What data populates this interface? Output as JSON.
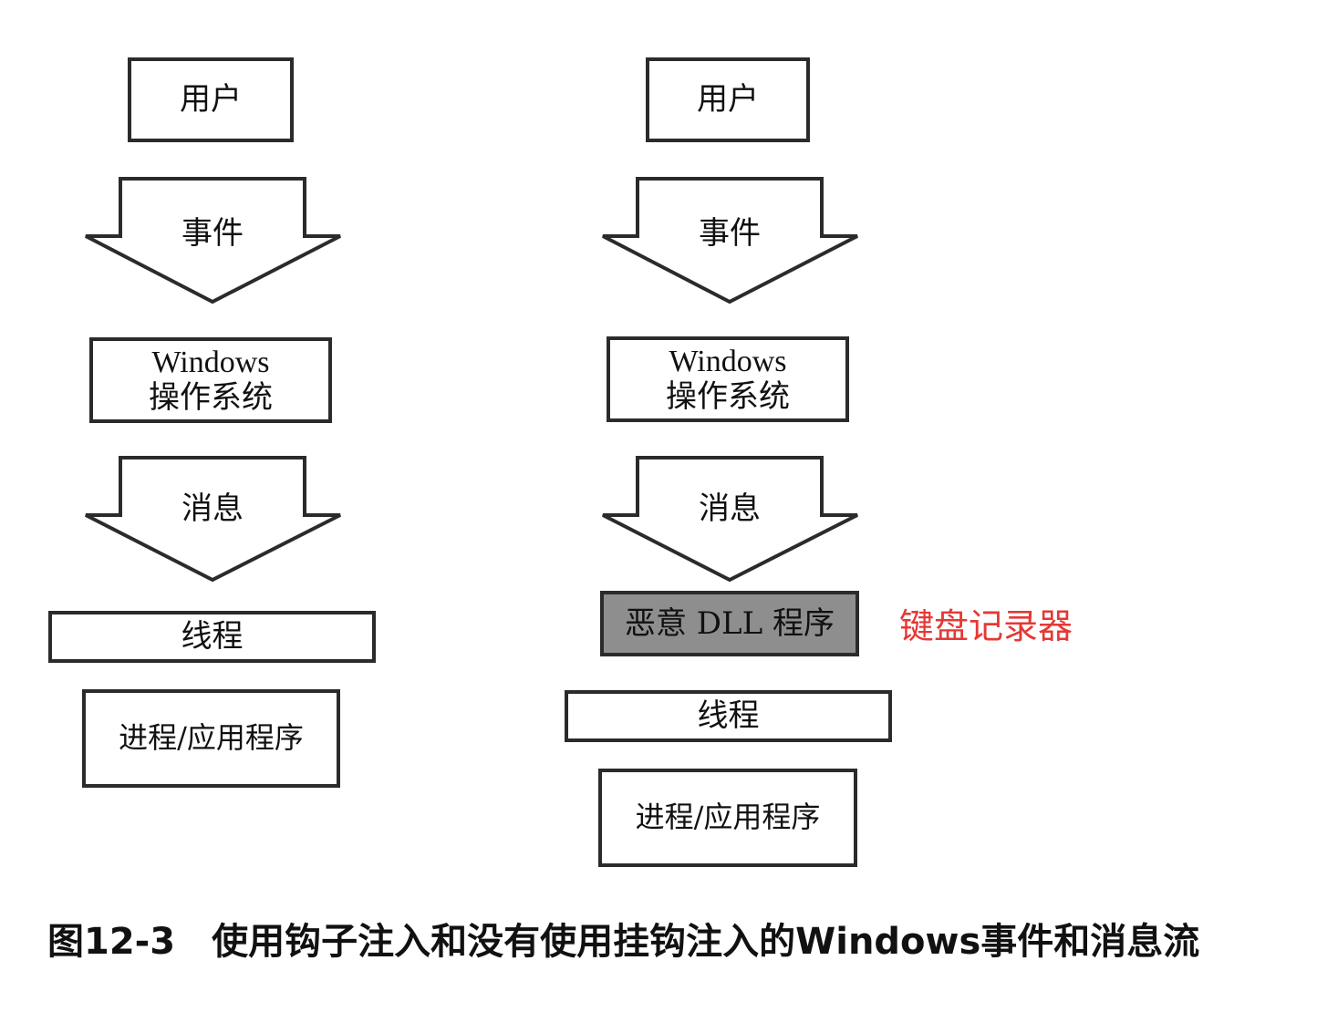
{
  "left": {
    "user": "用户",
    "event": "事件",
    "os_line1": "Windows",
    "os_line2": "操作系统",
    "message": "消息",
    "thread": "线程",
    "process": "进程/应用程序"
  },
  "right": {
    "user": "用户",
    "event": "事件",
    "os_line1": "Windows",
    "os_line2": "操作系统",
    "message": "消息",
    "malicious_dll": "恶意 DLL 程序",
    "keylogger_label": "键盘记录器",
    "thread": "线程",
    "process": "进程/应用程序"
  },
  "caption": {
    "number": "图12-3",
    "text": "使用钩子注入和没有使用挂钩注入的Windows事件和消息流"
  },
  "colors": {
    "annotation": "#e53935",
    "malicious_fill": "#8e8e8e",
    "stroke": "#2b2b2b"
  }
}
